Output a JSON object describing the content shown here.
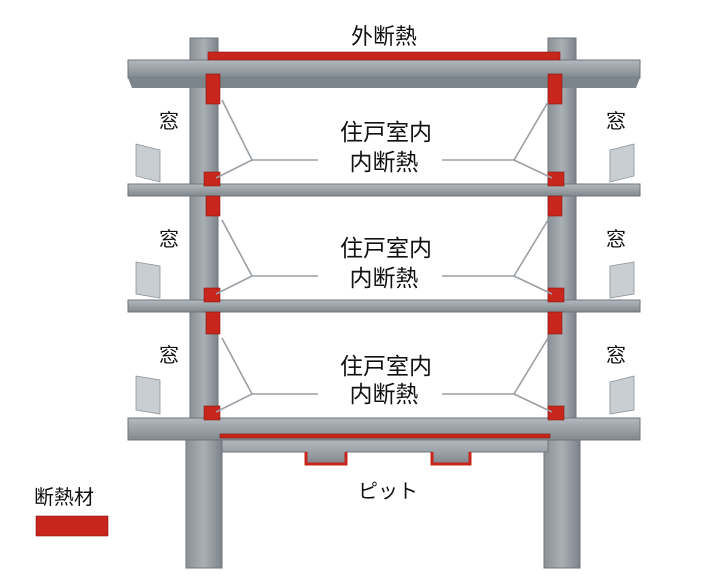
{
  "diagram": {
    "top_label": "外断熱",
    "floors": [
      {
        "window_left": "窓",
        "room": "住戸室内",
        "insulation": "内断熱",
        "window_right": "窓"
      },
      {
        "window_left": "窓",
        "room": "住戸室内",
        "insulation": "内断熱",
        "window_right": "窓"
      },
      {
        "window_left": "窓",
        "room": "住戸室内",
        "insulation": "内断熱",
        "window_right": "窓"
      }
    ],
    "pit_label": "ピット"
  },
  "legend": {
    "label": "断熱材",
    "swatch_color": "#c8261c"
  },
  "colors": {
    "concrete": "#9aa1a7",
    "insulation": "#c8261c",
    "background": "#ffffff"
  }
}
